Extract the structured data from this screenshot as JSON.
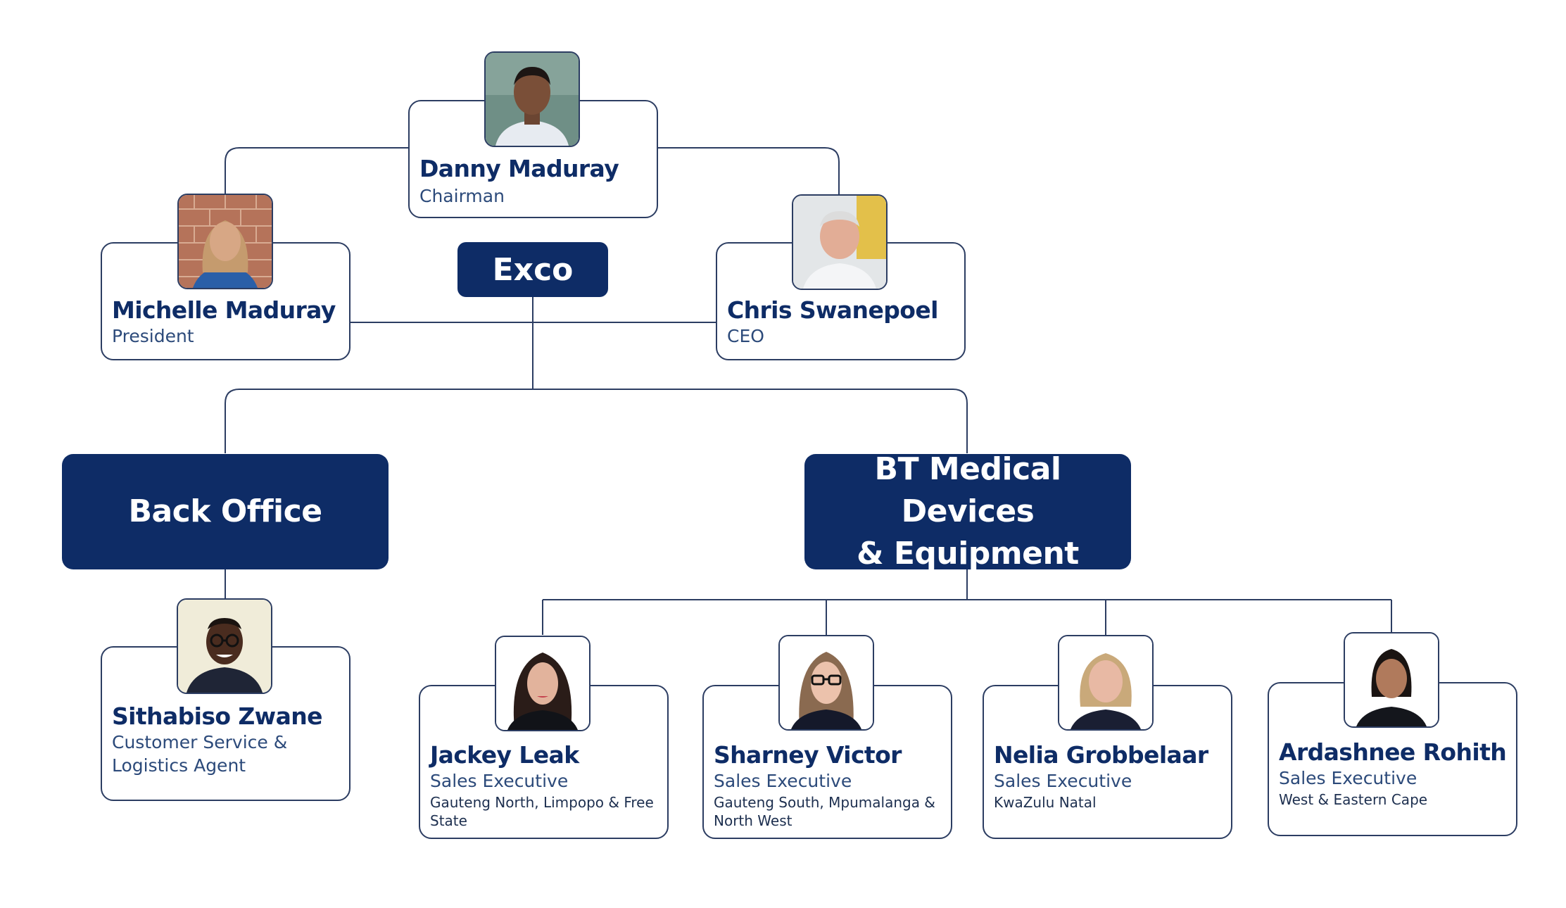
{
  "exco": {
    "label": "Exco"
  },
  "chairman": {
    "name": "Danny Maduray",
    "role": "Chairman"
  },
  "president": {
    "name": "Michelle Maduray",
    "role": "President"
  },
  "ceo": {
    "name": "Chris Swanepoel",
    "role": "CEO"
  },
  "back_office": {
    "label": "Back Office",
    "staff": {
      "name": "Sithabiso Zwane",
      "role": "Customer Service & Logistics Agent"
    }
  },
  "bt_medical": {
    "label_line1": "BT Medical Devices",
    "label_line2": "& Equipment",
    "staff": [
      {
        "name": "Jackey Leak",
        "role": "Sales Executive",
        "region": "Gauteng North, Limpopo & Free State"
      },
      {
        "name": "Sharney Victor",
        "role": "Sales Executive",
        "region": "Gauteng South, Mpumalanga & North West"
      },
      {
        "name": "Nelia Grobbelaar",
        "role": "Sales Executive",
        "region": "KwaZulu Natal"
      },
      {
        "name": "Ardashnee Rohith",
        "role": "Sales Executive",
        "region": "West & Eastern Cape"
      }
    ]
  },
  "colors": {
    "navy": "#0e2c66",
    "line": "#2c3d62",
    "background": "#ffffff"
  }
}
